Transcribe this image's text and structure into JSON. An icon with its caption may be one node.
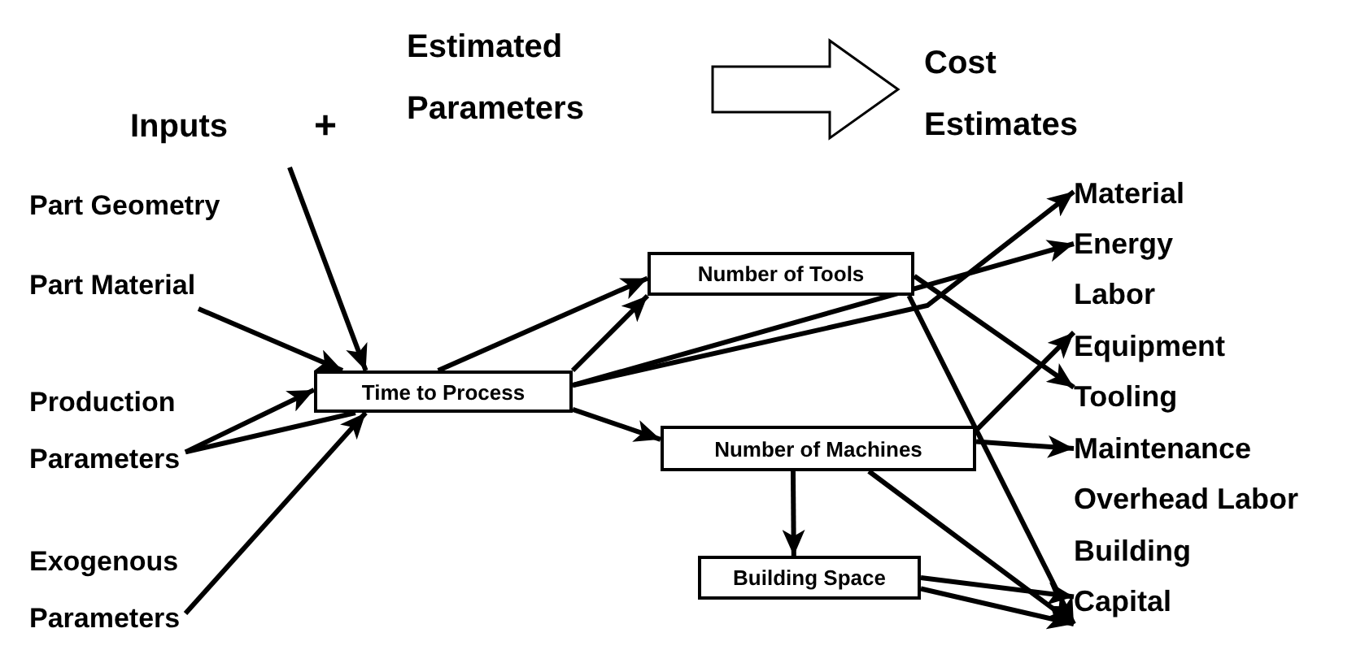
{
  "diagram": {
    "nodes": [
      {
        "text": [
          "Inputs"
        ]
      },
      {
        "text": [
          "Estimated Parameters"
        ]
      },
      {
        "text": [
          "Cost Estimates"
        ]
      },
      {
        "text": [
          "Part Geometry"
        ]
      },
      {
        "text": [
          "Part Material"
        ]
      },
      {
        "text": [
          "Production Parameters"
        ]
      },
      {
        "text": [
          "Exogenous Parameters"
        ]
      },
      {
        "text": [
          "Time to Process"
        ]
      },
      {
        "text": [
          "Number of Tools"
        ]
      },
      {
        "text": [
          "Number of Machines"
        ]
      },
      {
        "text": [
          "Building Space"
        ]
      },
      {
        "text": [
          "Material"
        ]
      },
      {
        "text": [
          "Energy"
        ]
      },
      {
        "text": [
          "Labor"
        ]
      },
      {
        "text": [
          "Equipment"
        ]
      },
      {
        "text": [
          "Tooling"
        ]
      },
      {
        "text": [
          "Maintenance"
        ]
      },
      {
        "text": [
          "Overhead Labor"
        ]
      },
      {
        "text": [
          "Building"
        ]
      },
      {
        "text": [
          "Capital"
        ]
      }
    ],
    "edges": [
      {
        "from": 1,
        "to": 2,
        "arrow": "to",
        "style": "thick"
      },
      {
        "from": null,
        "to": 7,
        "arrow": "to"
      },
      {
        "from": 4,
        "to": 7,
        "arrow": "to"
      },
      {
        "from": 5,
        "to": 7,
        "arrow": "to"
      },
      {
        "from": 5,
        "to": 7,
        "arrow": "none"
      },
      {
        "from": 6,
        "to": 7,
        "arrow": "to"
      },
      {
        "from": 7,
        "to": 8,
        "arrow": "to"
      },
      {
        "from": 7,
        "to": 8,
        "arrow": "to"
      },
      {
        "from": 7,
        "to": 11,
        "arrow": "to"
      },
      {
        "from": 7,
        "to": 12,
        "arrow": "to"
      },
      {
        "from": 7,
        "to": 9,
        "arrow": "to"
      },
      {
        "from": 8,
        "to": 15,
        "arrow": "to"
      },
      {
        "from": 8,
        "to": 19,
        "arrow": "to"
      },
      {
        "from": 9,
        "to": 14,
        "arrow": "to"
      },
      {
        "from": 9,
        "to": 16,
        "arrow": "to"
      },
      {
        "from": 9,
        "to": 10,
        "arrow": "to"
      },
      {
        "from": 9,
        "to": 19,
        "arrow": "to"
      },
      {
        "from": 10,
        "to": 19,
        "arrow": "to"
      },
      {
        "from": 10,
        "to": 19,
        "arrow": "to"
      }
    ],
    "labels": [
      "+"
    ]
  }
}
